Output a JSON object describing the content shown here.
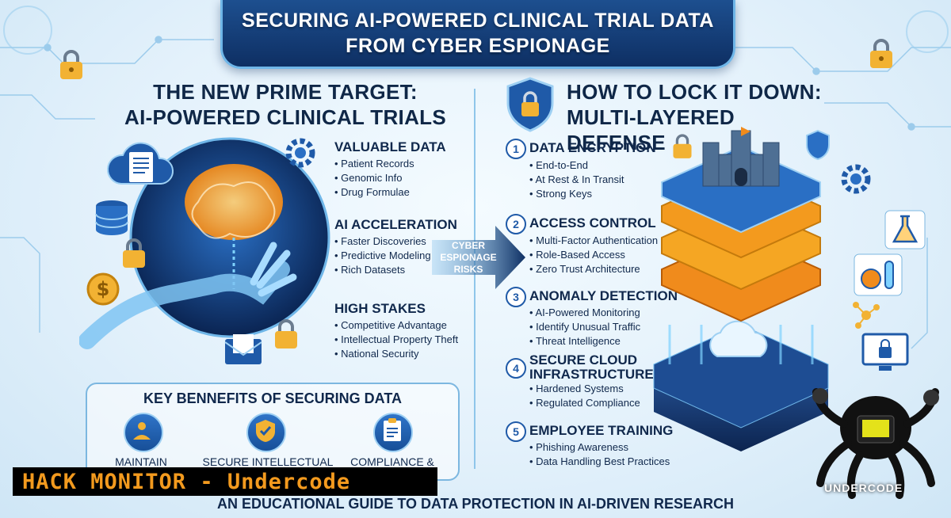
{
  "title": {
    "line1": "SECURING AI-POWERED CLINICAL TRIAL DATA",
    "line2": "FROM CYBER ESPIONAGE"
  },
  "left_heading": {
    "line1": "THE NEW PRIME TARGET:",
    "line2": "AI-POWERED CLINICAL TRIALS"
  },
  "right_heading": {
    "line1": "HOW TO LOCK IT DOWN:",
    "line2": "MULTI-LAYERED DEFENSE"
  },
  "target_sections": [
    {
      "title": "VALUABLE DATA",
      "items": [
        "Patient Records",
        "Genomic Info",
        "Drug Formulae"
      ]
    },
    {
      "title": "AI ACCELERATION",
      "items": [
        "Faster Discoveries",
        "Predictive Modeling",
        "Rich Datasets"
      ]
    },
    {
      "title": "HIGH STAKES",
      "items": [
        "Competitive Advantage",
        "Intellectual Property Theft",
        "National Security"
      ]
    }
  ],
  "arrow_label": {
    "line1": "CYBER",
    "line2": "ESPIONAGE",
    "line3": "RISKS"
  },
  "defense_sections": [
    {
      "number": "1",
      "title": "DATA ENCRYPTION",
      "items": [
        "End-to-End",
        "At Rest & In Transit",
        "Strong Keys"
      ]
    },
    {
      "number": "2",
      "title": "ACCESS CONTROL",
      "items": [
        "Multi-Factor Authentication",
        "Role-Based Access",
        "Zero Trust Architecture"
      ]
    },
    {
      "number": "3",
      "title": "ANOMALY DETECTION",
      "items": [
        "AI-Powered Monitoring",
        "Identify Unusual Traffic",
        "Threat Intelligence"
      ]
    },
    {
      "number": "4",
      "title_line1": "SECURE CLOUD",
      "title_line2": "INFRASTRUCTURE",
      "items": [
        "Hardened Systems",
        "Regulated Compliance"
      ]
    },
    {
      "number": "5",
      "title": "EMPLOYEE TRAINING",
      "items": [
        "Phishing Awareness",
        "Data Handling Best Practices"
      ]
    }
  ],
  "benefits": {
    "title": "KEY BENNEFITS OF SECURING DATA",
    "items": [
      "MAINTAIN",
      "SECURE INTELLECTUAL",
      "COMPLIANCE &"
    ]
  },
  "watermark": "HACK MONITOR - Undercode",
  "footer": "AN EDUCATIONAL GUIDE TO DATA PROTECTION IN AI-DRIVEN RESEARCH",
  "logo": "UNDERCODE",
  "colors": {
    "navy": "#0e2f63",
    "accent_blue": "#1f5aa8",
    "light_blue": "#8fc6ea",
    "orange": "#f39a1e",
    "gold": "#f2b233"
  }
}
